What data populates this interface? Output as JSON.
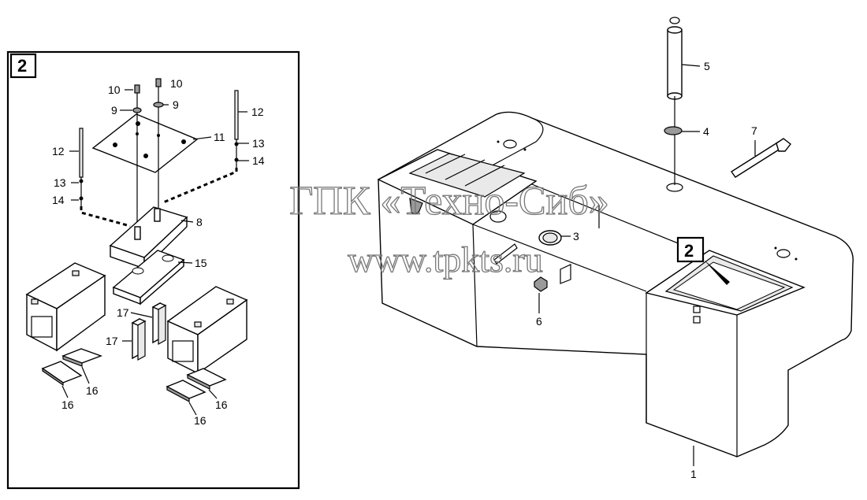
{
  "watermark": {
    "line1": "ГПК «Техно-Сиб»",
    "line2": "www.tpkts.ru"
  },
  "detail_view": {
    "box_number": "2",
    "labels": {
      "p10a": "10",
      "p10b": "10",
      "p9a": "9",
      "p9b": "9",
      "p12a": "12",
      "p12b": "12",
      "p11": "11",
      "p13a": "13",
      "p13b": "13",
      "p14a": "14",
      "p14b": "14",
      "p8": "8",
      "p15": "15",
      "p17a": "17",
      "p17b": "17",
      "p16a": "16",
      "p16b": "16",
      "p16c": "16",
      "p16d": "16"
    }
  },
  "main_view": {
    "callout_number": "2",
    "labels": {
      "p1": "1",
      "p3": "3",
      "p4": "4",
      "p5": "5",
      "p6": "6",
      "p7": "7"
    }
  }
}
